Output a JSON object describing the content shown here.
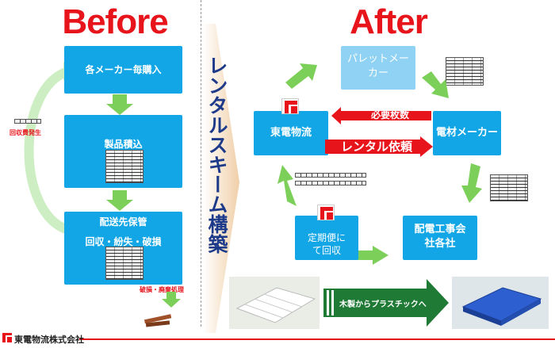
{
  "before": {
    "title": "Before",
    "box_purchase": "各メーカー毎購入",
    "box_stock": "製品積込",
    "box_dest_line1": "配送先保管",
    "box_dest_line2": "回収・紛失・破損",
    "recovery_cost": "回収費発生",
    "disposal": "破損・廃棄処理"
  },
  "scheme": {
    "vertical_text": "レンタルスキーム構築"
  },
  "after": {
    "title": "After",
    "pallet_maker": "パレットメーカー",
    "toden": "東電物流",
    "denzai": "電材メーカー",
    "required_qty": "必要枚数",
    "rental_request": "レンタル依頼",
    "haiden": "配電工事会社各社",
    "regular": "定期便にて回収",
    "wood_to_plastic": "木製からプラスチックへ"
  },
  "footer": {
    "company": "東電物流株式会社"
  },
  "colors": {
    "red": "#e8141c",
    "blue": "#12a6e6",
    "light_blue": "#8fd2f3",
    "green": "#7cd05a",
    "dark_green": "#1f7a36"
  }
}
